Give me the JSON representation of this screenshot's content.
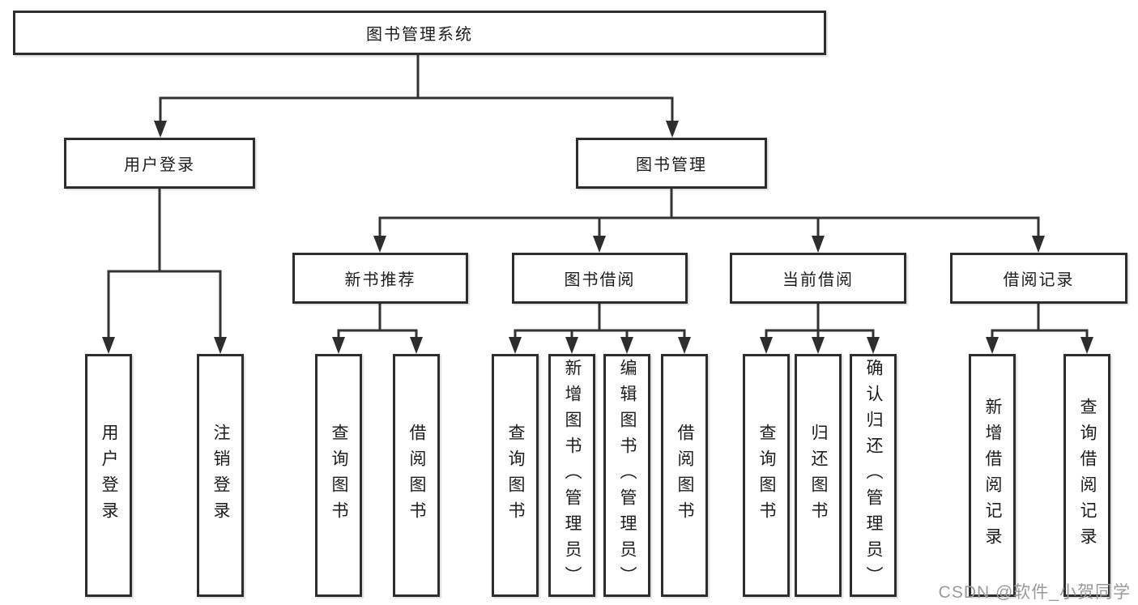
{
  "diagram": {
    "type": "hierarchy",
    "root": {
      "label": "图书管理系统"
    },
    "level2": [
      {
        "id": "user-login",
        "label": "用户登录"
      },
      {
        "id": "book-mgmt",
        "label": "图书管理"
      }
    ],
    "level3": [
      {
        "id": "new-book-rec",
        "label": "新书推荐"
      },
      {
        "id": "book-borrow",
        "label": "图书借阅"
      },
      {
        "id": "current-borrow",
        "label": "当前借阅"
      },
      {
        "id": "borrow-records",
        "label": "借阅记录"
      }
    ],
    "leaves": {
      "user_login": [
        {
          "label": "用户登录"
        },
        {
          "label": "注销登录"
        }
      ],
      "new_book": [
        {
          "label": "查询图书"
        },
        {
          "label": "借阅图书"
        }
      ],
      "book_borrow": [
        {
          "label": "查询图书"
        },
        {
          "label": "新增图书（管理员）"
        },
        {
          "label": "编辑图书（管理员）"
        },
        {
          "label": "借阅图书"
        }
      ],
      "current_borrow": [
        {
          "label": "查询图书"
        },
        {
          "label": "归还图书"
        },
        {
          "label": "确认归还（管理员）"
        }
      ],
      "borrow_records": [
        {
          "label": "新增借阅记录"
        },
        {
          "label": "查询借阅记录"
        }
      ]
    }
  },
  "watermark": {
    "text": "CSDN @软件_小贺同学"
  },
  "colors": {
    "line": "#333333",
    "border": "#2d2d2d",
    "text": "#1c1c1c",
    "watermark": "#9a9a9a",
    "background": "#ffffff"
  }
}
